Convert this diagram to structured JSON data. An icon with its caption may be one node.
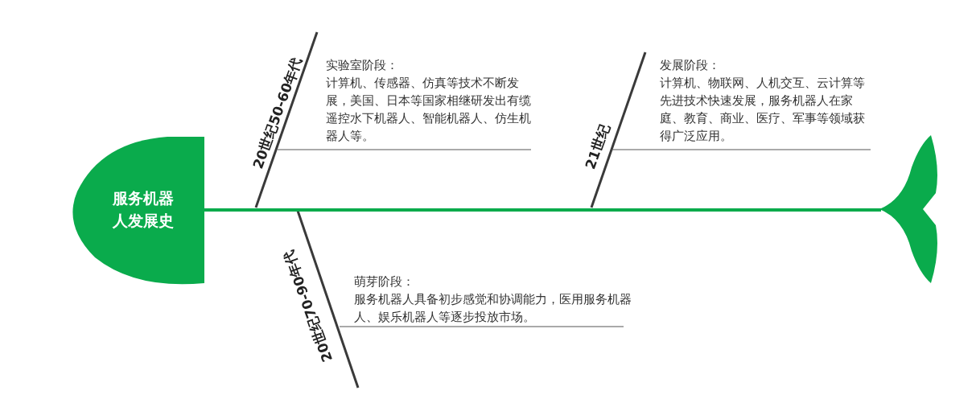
{
  "diagram": {
    "nodes": [
      {
        "text": [
          "服务机器人发展史"
        ]
      },
      {
        "text": [],
        "shape": "tail"
      }
    ],
    "edges": [
      {
        "from": 0,
        "to": 1,
        "arrow": "none"
      }
    ],
    "labels": [
      "20世纪50-60年代",
      "实验室阶段：",
      "计算机、传感器、仿真等技术不断发展，美国、日本等国家相继研发出有缆遥控水下机器人、智能机器人、仿生机器人等。",
      "21世纪",
      "发展阶段：",
      "计算机、物联网、人机交互、云计算等先进技术快速发展，服务机器人在家庭、教育、商业、医疗、军事等领域获得广泛应用。",
      "20世纪70-90年代",
      "萌芽阶段：",
      "服务机器人具备初步感觉和协调能力，医用服务机器人、娱乐机器人等逐步投放市场。"
    ]
  }
}
